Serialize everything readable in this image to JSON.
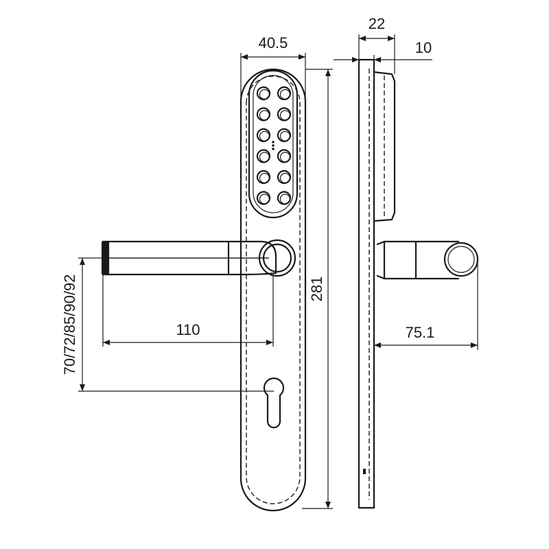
{
  "diagram": {
    "dimensions": {
      "plate_width": "40.5",
      "total_depth": "22",
      "keypad_depth": "10",
      "plate_height": "281",
      "handle_length": "110",
      "handle_projection": "75.1",
      "backset_options": "70/72/85/90/92"
    },
    "keypad": {
      "rows": 6,
      "columns": 2
    }
  }
}
